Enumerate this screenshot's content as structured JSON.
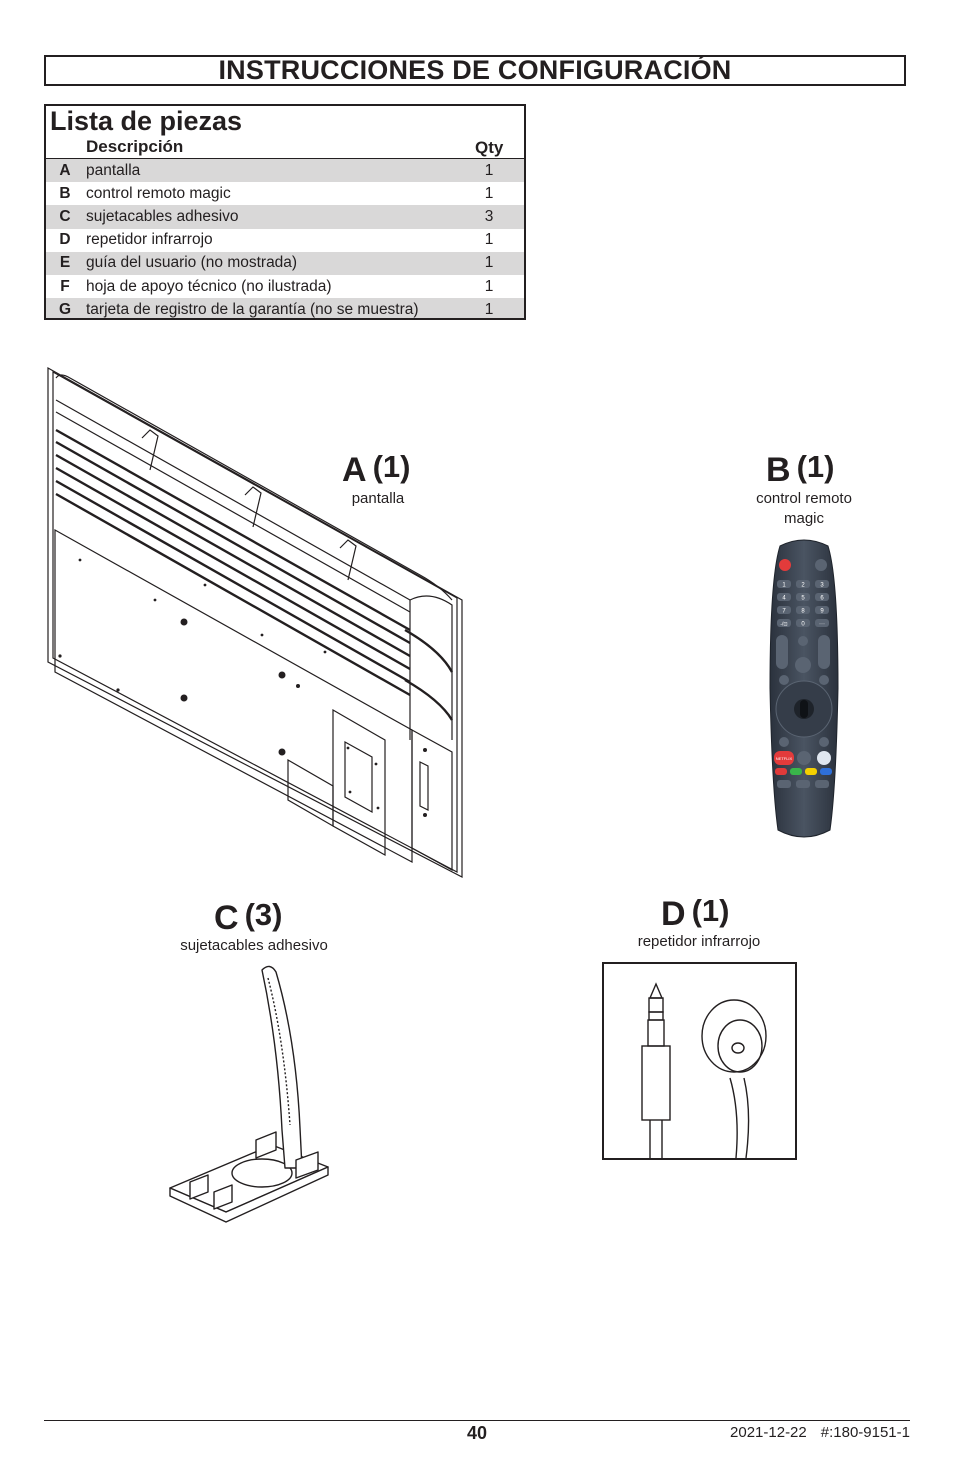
{
  "header": {
    "title": "INSTRUCCIONES DE CONFIGURACIÓN"
  },
  "parts_list": {
    "heading": "Lista de piezas",
    "col_description": "Descripción",
    "col_qty": "Qty",
    "rows": [
      {
        "letter": "A",
        "description": "pantalla",
        "qty": "1"
      },
      {
        "letter": "B",
        "description": "control remoto magic",
        "qty": "1"
      },
      {
        "letter": "C",
        "description": "sujetacables adhesivo",
        "qty": "3"
      },
      {
        "letter": "D",
        "description": "repetidor infrarrojo",
        "qty": "1"
      },
      {
        "letter": "E",
        "description": "guía del usuario (no mostrada)",
        "qty": "1"
      },
      {
        "letter": "F",
        "description": "hoja de apoyo técnico (no ilustrada)",
        "qty": "1"
      },
      {
        "letter": "G",
        "description": "tarjeta de registro de la garantía (no se muestra)",
        "qty": "1"
      }
    ]
  },
  "figures": {
    "a": {
      "letter": "A",
      "count": "(1)",
      "caption": "pantalla"
    },
    "b": {
      "letter": "B",
      "count": "(1)",
      "caption_line1": "control remoto",
      "caption_line2": "magic"
    },
    "c": {
      "letter": "C",
      "count": "(3)",
      "caption": "sujetacables adhesivo"
    },
    "d": {
      "letter": "D",
      "count": "(1)",
      "caption": "repetidor infrarrojo"
    }
  },
  "remote": {
    "keys": [
      "1",
      "2",
      "3",
      "4",
      "5",
      "6",
      "7",
      "8",
      "9",
      "-/⊡",
      "0",
      "···"
    ],
    "netflix_label": "NETFLIX",
    "colors": {
      "red": "#e03a3a",
      "green": "#39b54a",
      "yellow": "#f4d000",
      "blue": "#2e6fd8",
      "body": "#3b4452",
      "power": "#e33b3b"
    }
  },
  "footer": {
    "page_number": "40",
    "date": "2021-12-22",
    "doc_number": "#:180-9151-1"
  }
}
